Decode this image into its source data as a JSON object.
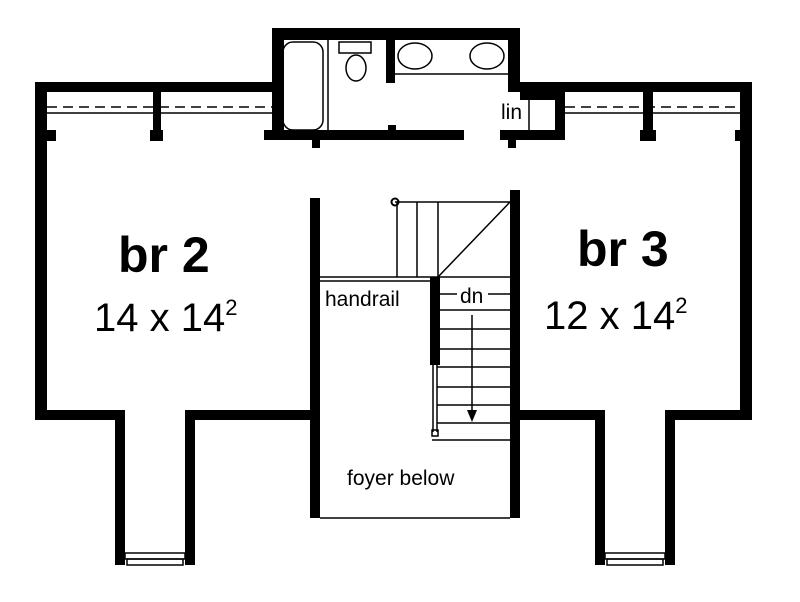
{
  "plan": {
    "rooms": [
      {
        "name": "br 2",
        "dimensions": "14 x 14",
        "dimensions_sup": "2"
      },
      {
        "name": "br 3",
        "dimensions": "12 x 14",
        "dimensions_sup": "2"
      }
    ],
    "labels": {
      "handrail": "handrail",
      "stairs_direction": "dn",
      "foyer": "foyer below",
      "linen": "lin"
    },
    "colors": {
      "wall": "#000000",
      "background": "#ffffff"
    }
  }
}
